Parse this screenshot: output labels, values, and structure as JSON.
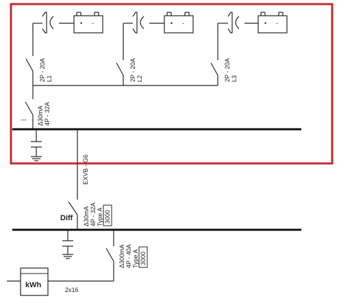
{
  "panel": {
    "highlight_color": "#c8282e"
  },
  "circuits": [
    {
      "breaker": "2P - 20A",
      "line": "L1"
    },
    {
      "breaker": "2P - 20A",
      "line": "L2"
    },
    {
      "breaker": "2P - 20A",
      "line": "L3"
    }
  ],
  "sub_main_breaker": {
    "rating": "Δ30mA",
    "poles": "4P - 32A",
    "dash": "---"
  },
  "feeder_cable": {
    "label": "EXVB - G6"
  },
  "diff_breaker": {
    "name": "Diff",
    "rating": "Δ30mA",
    "poles": "4P - 32A",
    "type": "Type A",
    "code": "3000"
  },
  "main_breaker": {
    "rating": "Δ300mA",
    "poles": "4P - 40A",
    "type": "Type A",
    "code": "3000"
  },
  "meter": {
    "label": "kWh"
  },
  "supply_cable": {
    "label": "2x16"
  }
}
